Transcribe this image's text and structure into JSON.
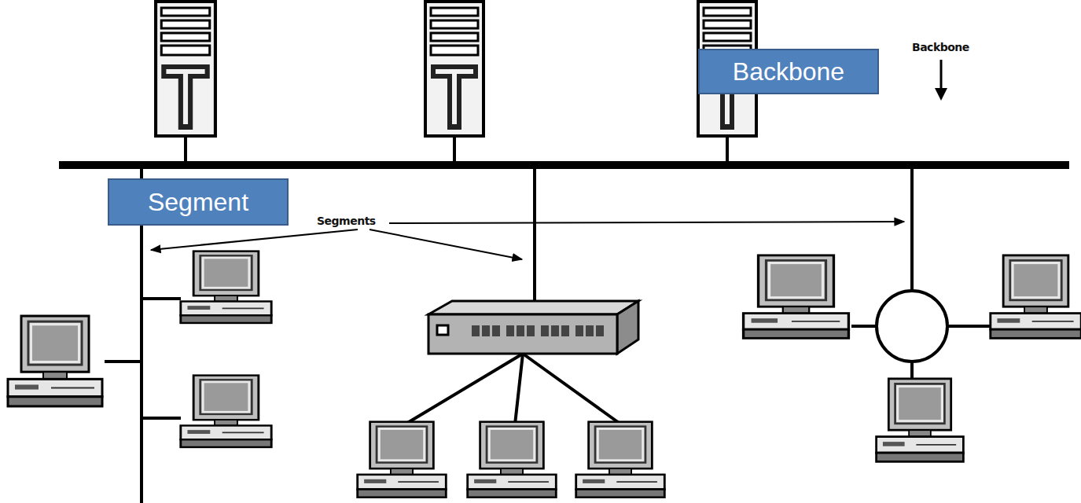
{
  "diagram": {
    "nodes": [
      {
        "text": [
          "Backbone"
        ]
      },
      {
        "text": [
          "Segment"
        ]
      }
    ],
    "labels": [
      "Backbone",
      "Segments"
    ]
  }
}
